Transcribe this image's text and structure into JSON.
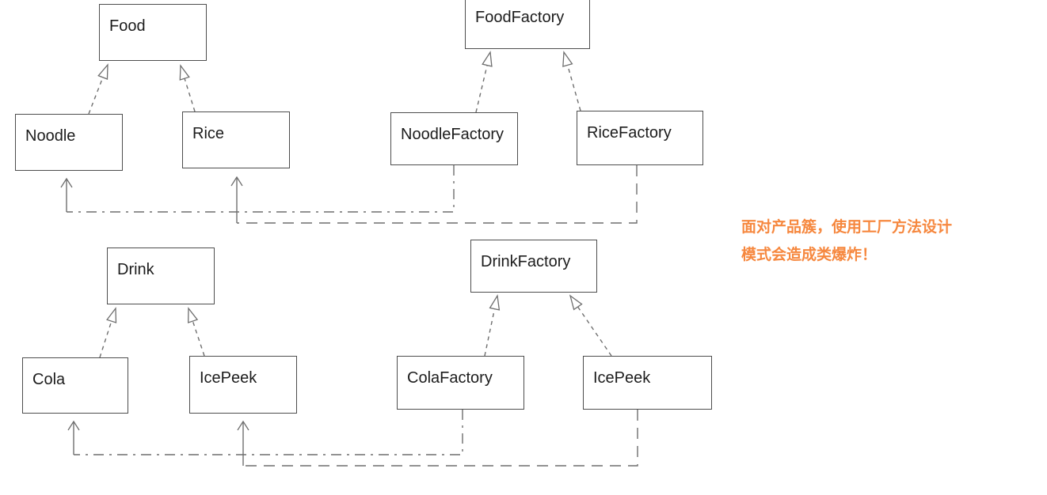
{
  "nodes": {
    "food": {
      "label": "Food"
    },
    "noodle": {
      "label": "Noodle"
    },
    "rice": {
      "label": "Rice"
    },
    "food_factory": {
      "label": "FoodFactory"
    },
    "noodle_factory": {
      "label": "NoodleFactory"
    },
    "rice_factory": {
      "label": "RiceFactory"
    },
    "drink": {
      "label": "Drink"
    },
    "cola": {
      "label": "Cola"
    },
    "ice_peek_product": {
      "label": "IcePeek"
    },
    "drink_factory": {
      "label": "DrinkFactory"
    },
    "cola_factory": {
      "label": "ColaFactory"
    },
    "ice_peek_factory": {
      "label": "IcePeek"
    }
  },
  "relationships": [
    {
      "from": "Noodle",
      "to": "Food",
      "type": "realization"
    },
    {
      "from": "Rice",
      "to": "Food",
      "type": "realization"
    },
    {
      "from": "NoodleFactory",
      "to": "FoodFactory",
      "type": "realization"
    },
    {
      "from": "RiceFactory",
      "to": "FoodFactory",
      "type": "realization"
    },
    {
      "from": "NoodleFactory",
      "to": "Noodle",
      "type": "dependency-create"
    },
    {
      "from": "RiceFactory",
      "to": "Rice",
      "type": "dependency-create"
    },
    {
      "from": "Cola",
      "to": "Drink",
      "type": "realization"
    },
    {
      "from": "IcePeek",
      "to": "Drink",
      "type": "realization"
    },
    {
      "from": "ColaFactory",
      "to": "DrinkFactory",
      "type": "realization"
    },
    {
      "from": "IcePeek",
      "to": "DrinkFactory",
      "type": "realization"
    },
    {
      "from": "ColaFactory",
      "to": "Cola",
      "type": "dependency-create"
    },
    {
      "from": "IcePeek (factory)",
      "to": "IcePeek",
      "type": "dependency-create"
    }
  ],
  "annotation": {
    "line1": "面对产品簇，使用工厂方法设计",
    "line2": "模式会造成类爆炸！"
  },
  "colors": {
    "annotation_color": "#F6883F",
    "connector_color": "#6e6e6e",
    "box_border_color": "#4d4d4d",
    "label_color": "#1c1c1c",
    "background_color": "#ffffff"
  }
}
